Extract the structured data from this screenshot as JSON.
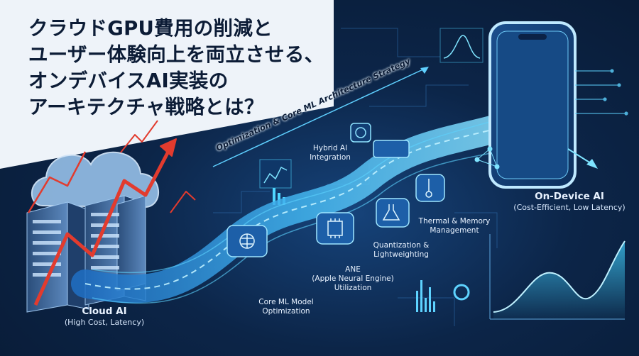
{
  "title_lines": [
    "クラウドGPU費用の削減と",
    "ユーザー体験向上を両立させる、",
    "オンデバイスAI実装の",
    "アーキテクチャ戦略とは？"
  ],
  "strategy_banner": "Optimization & Core ML Architecture Strategy",
  "cloud": {
    "title": "Cloud AI",
    "subtitle": "(High Cost, Latency)"
  },
  "device": {
    "title": "On-Device AI",
    "subtitle": "(Cost-Efficient, Low Latency)"
  },
  "steps": [
    {
      "lines": [
        "Core ML Model",
        "Optimization"
      ]
    },
    {
      "lines": [
        "ANE",
        "(Apple Neural Engine)",
        "Utilization"
      ]
    },
    {
      "lines": [
        "Quantization &",
        "Lightweighting"
      ]
    },
    {
      "lines": [
        "Thermal & Memory",
        "Management"
      ]
    },
    {
      "lines": [
        "Hybrid AI",
        "Integration"
      ]
    }
  ],
  "colors": {
    "accent_cyan": "#4fd6ff",
    "title_text": "#0c1c36",
    "cost_arrow": "#e23b2e",
    "navy": "#0b1f3d"
  },
  "icons": [
    "cloud-icon",
    "server-rack-icon",
    "rising-cost-arrow-icon",
    "brain-icon",
    "chip-icon",
    "flask-icon",
    "thermometer-icon",
    "smartphone-icon",
    "area-chart-icon",
    "bar-chart-icon"
  ]
}
